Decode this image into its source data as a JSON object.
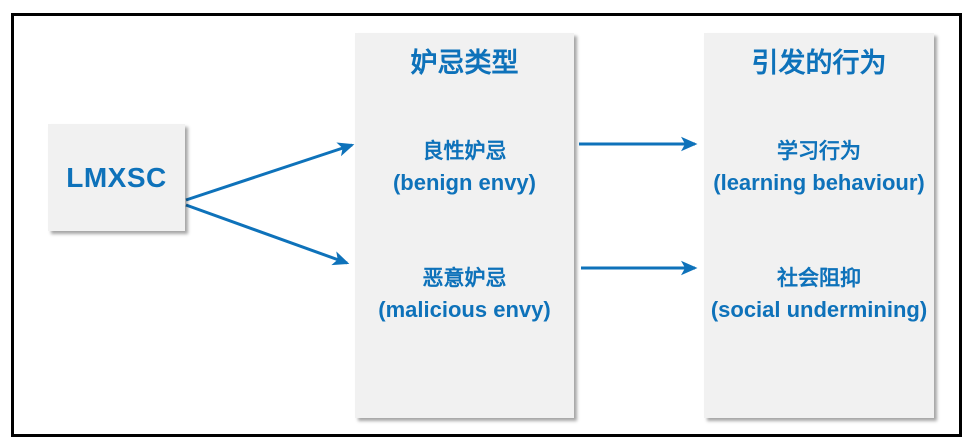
{
  "colors": {
    "accent_blue": "#0e72ba",
    "panel_gray": "#f1f1f1",
    "frame_black": "#000000"
  },
  "diagram": {
    "source_box": {
      "label": "LMXSC"
    },
    "envy_panel": {
      "title": "妒忌类型",
      "items": [
        {
          "zh": "良性妒忌",
          "en": "(benign envy)"
        },
        {
          "zh": "恶意妒忌",
          "en": "(malicious envy)"
        }
      ]
    },
    "behavior_panel": {
      "title": "引发的行为",
      "items": [
        {
          "zh": "学习行为",
          "en": "(learning behaviour)"
        },
        {
          "zh": "社会阻抑",
          "en": "(social undermining)"
        }
      ]
    }
  }
}
